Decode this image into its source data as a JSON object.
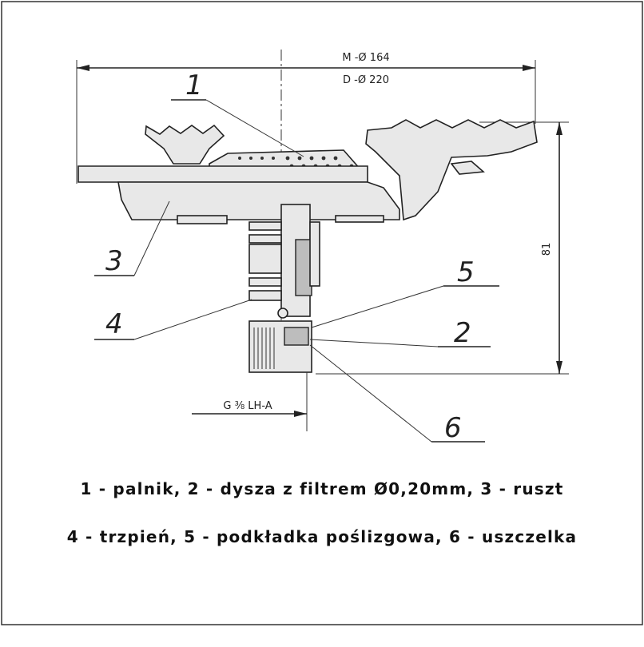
{
  "dimensions": {
    "top_line1": "M -Ø 164",
    "top_line2": "D -Ø 220",
    "height": "81",
    "thread": "G ⅜ LH-A"
  },
  "callouts": [
    "1",
    "2",
    "3",
    "4",
    "5",
    "6"
  ],
  "caption": {
    "line1": "1 - palnik, 2 - dysza z filtrem Ø0,20mm, 3 - ruszt",
    "line2": "4 - trzpień, 5 - podkładka poślizgowa, 6 - uszczelka"
  },
  "colors": {
    "line": "#222222",
    "fill": "#e8e8e8",
    "background": "#ffffff"
  }
}
